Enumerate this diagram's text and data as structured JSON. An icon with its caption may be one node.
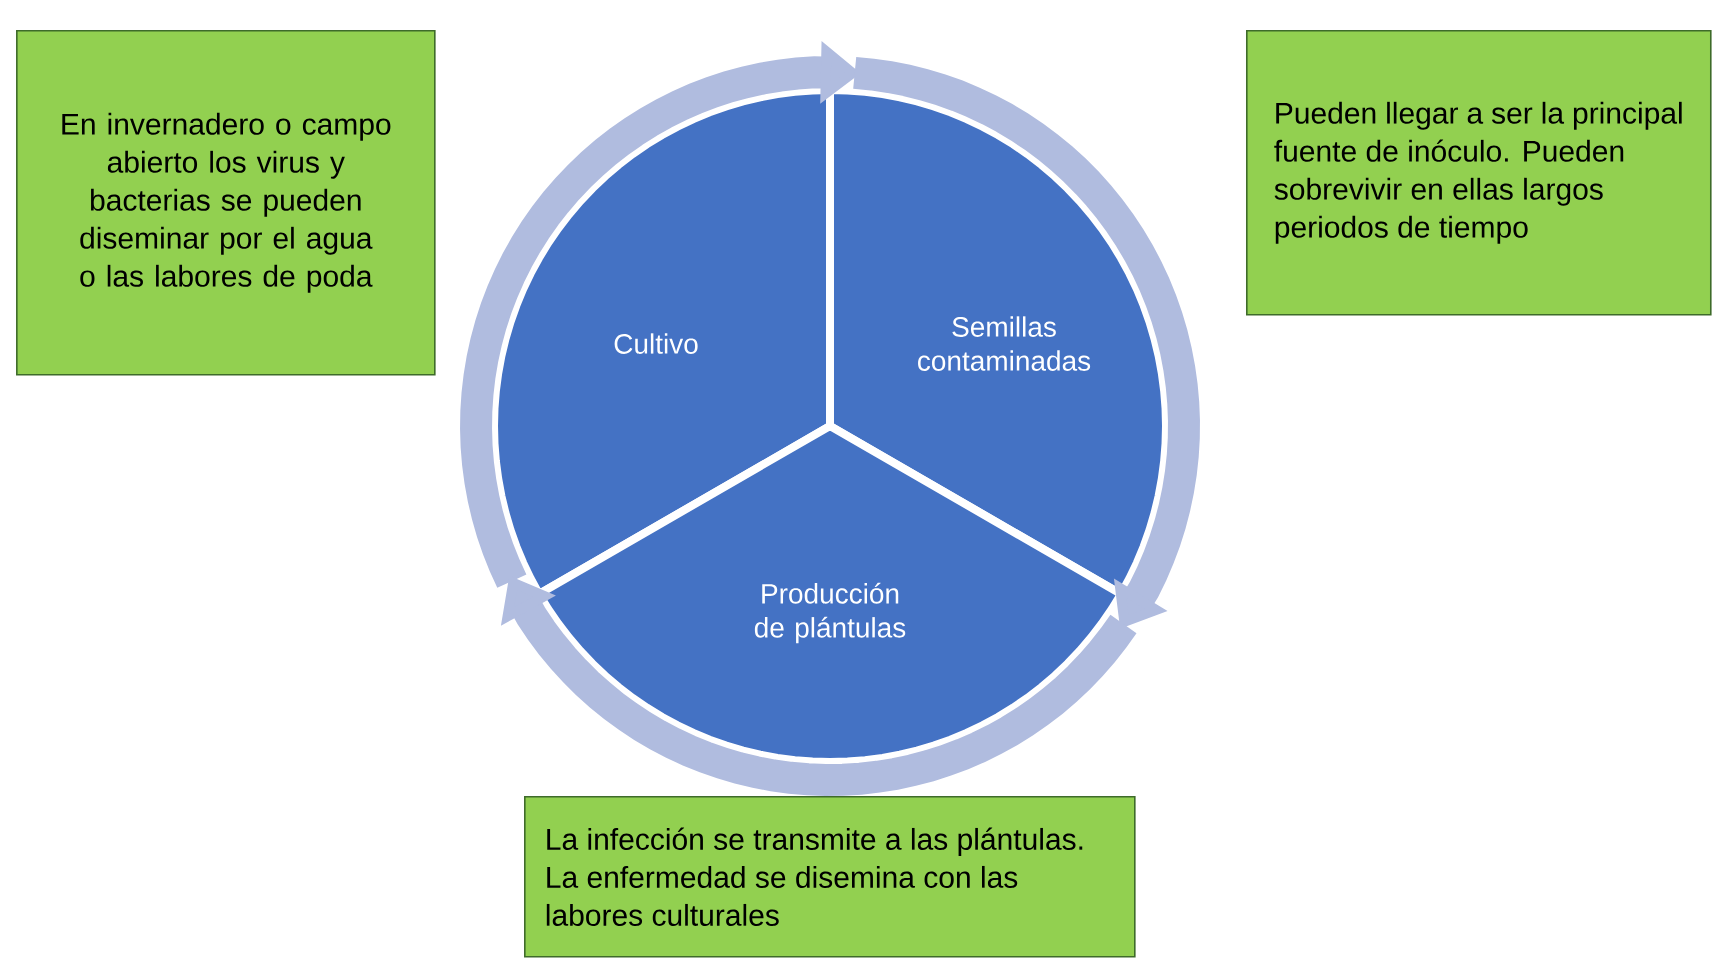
{
  "diagram": {
    "nodes": [
      {
        "text": [
          "Cultivo"
        ]
      },
      {
        "text": [
          "Semillas contaminadas"
        ]
      },
      {
        "text": [
          "Producción de plántulas"
        ]
      },
      {
        "text": [
          "En invernadero o campo abierto los virus y bacterias se pueden diseminar por el agua o las labores de poda"
        ]
      },
      {
        "text": [
          "Pueden llegar a ser la principal fuente de inóculo. Pueden sobrevivir en ellas largos periodos de tiempo"
        ]
      },
      {
        "text": [
          "La infección se transmite a las plántulas. La enfermedad se disemina con las labores culturales"
        ]
      }
    ],
    "edges": [
      {
        "from": 0,
        "to": 1,
        "arrow": "to"
      },
      {
        "from": 1,
        "to": 2,
        "arrow": "to"
      },
      {
        "from": 2,
        "to": 0,
        "arrow": "to"
      }
    ]
  }
}
